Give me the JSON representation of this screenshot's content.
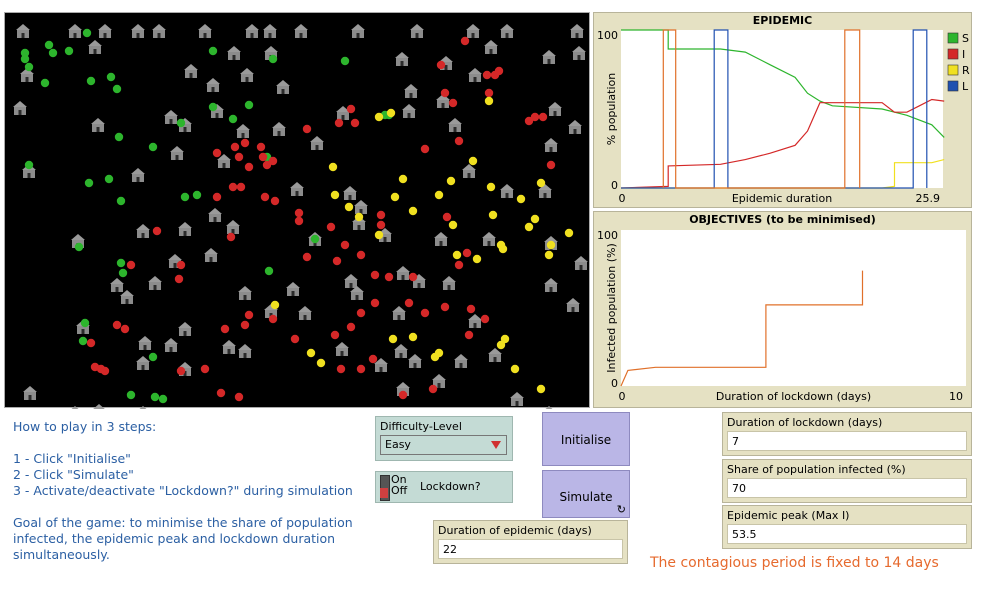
{
  "world": {
    "houses": [
      [
        18,
        18
      ],
      [
        70,
        18
      ],
      [
        100,
        18
      ],
      [
        133,
        18
      ],
      [
        154,
        18
      ],
      [
        200,
        18
      ],
      [
        247,
        18
      ],
      [
        265,
        18
      ],
      [
        296,
        18
      ],
      [
        353,
        18
      ],
      [
        412,
        18
      ],
      [
        468,
        18
      ],
      [
        502,
        18
      ],
      [
        572,
        18
      ],
      [
        90,
        34
      ],
      [
        229,
        40
      ],
      [
        266,
        40
      ],
      [
        397,
        46
      ],
      [
        441,
        50
      ],
      [
        486,
        34
      ],
      [
        544,
        44
      ],
      [
        574,
        40
      ],
      [
        22,
        62
      ],
      [
        186,
        58
      ],
      [
        208,
        72
      ],
      [
        242,
        62
      ],
      [
        278,
        74
      ],
      [
        406,
        78
      ],
      [
        470,
        62
      ],
      [
        15,
        95
      ],
      [
        93,
        112
      ],
      [
        166,
        104
      ],
      [
        180,
        112
      ],
      [
        212,
        98
      ],
      [
        238,
        118
      ],
      [
        274,
        116
      ],
      [
        312,
        130
      ],
      [
        338,
        100
      ],
      [
        404,
        98
      ],
      [
        438,
        88
      ],
      [
        450,
        112
      ],
      [
        550,
        96
      ],
      [
        570,
        114
      ],
      [
        172,
        140
      ],
      [
        219,
        148
      ],
      [
        546,
        132
      ],
      [
        133,
        162
      ],
      [
        292,
        176
      ],
      [
        24,
        158
      ],
      [
        464,
        158
      ],
      [
        502,
        178
      ],
      [
        540,
        178
      ],
      [
        345,
        180
      ],
      [
        356,
        194
      ],
      [
        354,
        210
      ],
      [
        210,
        202
      ],
      [
        228,
        214
      ],
      [
        180,
        216
      ],
      [
        138,
        218
      ],
      [
        73,
        228
      ],
      [
        310,
        226
      ],
      [
        380,
        222
      ],
      [
        436,
        226
      ],
      [
        206,
        242
      ],
      [
        170,
        248
      ],
      [
        484,
        226
      ],
      [
        546,
        230
      ],
      [
        576,
        250
      ],
      [
        112,
        272
      ],
      [
        122,
        284
      ],
      [
        150,
        270
      ],
      [
        240,
        280
      ],
      [
        346,
        268
      ],
      [
        352,
        280
      ],
      [
        398,
        260
      ],
      [
        414,
        268
      ],
      [
        444,
        270
      ],
      [
        546,
        272
      ],
      [
        568,
        292
      ],
      [
        288,
        276
      ],
      [
        266,
        298
      ],
      [
        300,
        300
      ],
      [
        394,
        300
      ],
      [
        470,
        308
      ],
      [
        180,
        316
      ],
      [
        78,
        314
      ],
      [
        140,
        330
      ],
      [
        166,
        332
      ],
      [
        224,
        334
      ],
      [
        240,
        338
      ],
      [
        337,
        336
      ],
      [
        396,
        338
      ],
      [
        410,
        348
      ],
      [
        456,
        348
      ],
      [
        490,
        342
      ],
      [
        376,
        352
      ],
      [
        138,
        350
      ],
      [
        180,
        356
      ],
      [
        25,
        380
      ],
      [
        70,
        400
      ],
      [
        94,
        398
      ],
      [
        138,
        400
      ],
      [
        434,
        368
      ],
      [
        398,
        376
      ],
      [
        512,
        386
      ],
      [
        544,
        400
      ]
    ],
    "s_agents": [
      [
        20,
        40
      ],
      [
        44,
        32
      ],
      [
        48,
        40
      ],
      [
        20,
        46
      ],
      [
        24,
        54
      ],
      [
        40,
        70
      ],
      [
        86,
        68
      ],
      [
        106,
        64
      ],
      [
        112,
        76
      ],
      [
        208,
        38
      ],
      [
        268,
        46
      ],
      [
        340,
        48
      ],
      [
        208,
        94
      ],
      [
        244,
        92
      ],
      [
        228,
        106
      ],
      [
        114,
        124
      ],
      [
        176,
        110
      ],
      [
        148,
        134
      ],
      [
        262,
        144
      ],
      [
        384,
        102
      ],
      [
        380,
        102
      ],
      [
        24,
        152
      ],
      [
        84,
        170
      ],
      [
        104,
        166
      ],
      [
        116,
        188
      ],
      [
        180,
        184
      ],
      [
        192,
        182
      ],
      [
        74,
        234
      ],
      [
        116,
        250
      ],
      [
        118,
        260
      ],
      [
        80,
        310
      ],
      [
        78,
        328
      ],
      [
        148,
        344
      ],
      [
        126,
        382
      ],
      [
        150,
        384
      ],
      [
        158,
        386
      ],
      [
        264,
        258
      ],
      [
        310,
        226
      ],
      [
        82,
        20
      ],
      [
        64,
        38
      ]
    ],
    "i_agents": [
      [
        460,
        28
      ],
      [
        436,
        52
      ],
      [
        482,
        62
      ],
      [
        490,
        62
      ],
      [
        494,
        58
      ],
      [
        440,
        80
      ],
      [
        484,
        80
      ],
      [
        448,
        90
      ],
      [
        346,
        96
      ],
      [
        350,
        110
      ],
      [
        334,
        110
      ],
      [
        302,
        116
      ],
      [
        454,
        128
      ],
      [
        420,
        136
      ],
      [
        530,
        104
      ],
      [
        538,
        104
      ],
      [
        524,
        108
      ],
      [
        546,
        152
      ],
      [
        212,
        140
      ],
      [
        234,
        144
      ],
      [
        258,
        144
      ],
      [
        244,
        154
      ],
      [
        262,
        152
      ],
      [
        236,
        174
      ],
      [
        228,
        174
      ],
      [
        212,
        184
      ],
      [
        260,
        184
      ],
      [
        270,
        188
      ],
      [
        294,
        200
      ],
      [
        294,
        208
      ],
      [
        226,
        224
      ],
      [
        176,
        252
      ],
      [
        152,
        218
      ],
      [
        174,
        266
      ],
      [
        126,
        252
      ],
      [
        302,
        244
      ],
      [
        332,
        248
      ],
      [
        376,
        202
      ],
      [
        376,
        212
      ],
      [
        326,
        214
      ],
      [
        340,
        232
      ],
      [
        356,
        242
      ],
      [
        370,
        262
      ],
      [
        384,
        264
      ],
      [
        408,
        264
      ],
      [
        442,
        204
      ],
      [
        454,
        252
      ],
      [
        462,
        240
      ],
      [
        466,
        296
      ],
      [
        480,
        306
      ],
      [
        464,
        322
      ],
      [
        440,
        294
      ],
      [
        404,
        290
      ],
      [
        370,
        290
      ],
      [
        356,
        300
      ],
      [
        346,
        314
      ],
      [
        330,
        322
      ],
      [
        290,
        326
      ],
      [
        268,
        306
      ],
      [
        244,
        302
      ],
      [
        240,
        312
      ],
      [
        220,
        316
      ],
      [
        216,
        380
      ],
      [
        234,
        384
      ],
      [
        200,
        356
      ],
      [
        176,
        358
      ],
      [
        90,
        354
      ],
      [
        100,
        358
      ],
      [
        96,
        356
      ],
      [
        86,
        330
      ],
      [
        112,
        312
      ],
      [
        120,
        316
      ],
      [
        336,
        356
      ],
      [
        356,
        356
      ],
      [
        368,
        346
      ],
      [
        398,
        382
      ],
      [
        428,
        376
      ],
      [
        420,
        300
      ],
      [
        230,
        134
      ],
      [
        256,
        134
      ],
      [
        268,
        148
      ],
      [
        240,
        130
      ]
    ],
    "r_agents": [
      [
        386,
        100
      ],
      [
        374,
        104
      ],
      [
        446,
        168
      ],
      [
        468,
        148
      ],
      [
        398,
        166
      ],
      [
        354,
        204
      ],
      [
        344,
        194
      ],
      [
        374,
        222
      ],
      [
        390,
        184
      ],
      [
        448,
        212
      ],
      [
        434,
        182
      ],
      [
        408,
        198
      ],
      [
        516,
        186
      ],
      [
        530,
        206
      ],
      [
        486,
        174
      ],
      [
        496,
        232
      ],
      [
        498,
        236
      ],
      [
        472,
        246
      ],
      [
        524,
        214
      ],
      [
        546,
        232
      ],
      [
        544,
        242
      ],
      [
        564,
        220
      ],
      [
        488,
        202
      ],
      [
        452,
        242
      ],
      [
        408,
        324
      ],
      [
        388,
        326
      ],
      [
        430,
        344
      ],
      [
        306,
        340
      ],
      [
        316,
        350
      ],
      [
        270,
        292
      ],
      [
        496,
        332
      ],
      [
        500,
        326
      ],
      [
        434,
        340
      ],
      [
        510,
        356
      ],
      [
        536,
        376
      ],
      [
        328,
        154
      ],
      [
        330,
        182
      ],
      [
        484,
        88
      ],
      [
        536,
        170
      ]
    ]
  },
  "instructions": {
    "title": "How to play in 3 steps:",
    "step1": "1 - Click \"Initialise\"",
    "step2": "2 - Click \"Simulate\"",
    "step3": "3 - Activate/deactivate \"Lockdown?\" during simulation",
    "goal_line1": "Goal of the game: to minimise the share of population",
    "goal_line2": "infected, the epidemic peak and lockdown duration",
    "goal_line3": "simultaneously."
  },
  "controls": {
    "difficulty_label": "Difficulty-Level",
    "difficulty_value": "Easy",
    "switch_on": "On",
    "switch_off": "Off",
    "lockdown_label": "Lockdown?",
    "lockdown_on": false,
    "initialise_label": "Initialise",
    "simulate_label": "Simulate",
    "simulate_icon": "forever-icon"
  },
  "monitors": {
    "epidemic_duration_label": "Duration of epidemic (days)",
    "epidemic_duration_value": "22",
    "lockdown_duration_label": "Duration of lockdown (days)",
    "lockdown_duration_value": "7",
    "share_infected_label": "Share of population infected (%)",
    "share_infected_value": "70",
    "epidemic_peak_label": "Epidemic peak (Max I)",
    "epidemic_peak_value": "53.5"
  },
  "note": "The contagious period is fixed to 14 days",
  "colors": {
    "S": "#2db52d",
    "I": "#d42828",
    "R": "#f0e020",
    "L": "#2050b0",
    "objective": "#e0702a",
    "note": "#e66a2e",
    "text_blue": "#2b5fa3"
  },
  "chart_data": [
    {
      "type": "line",
      "title": "EPIDEMIC",
      "xlabel": "Epidemic duration",
      "ylabel": "% population",
      "xlim": [
        0,
        25.9
      ],
      "ylim": [
        0,
        100
      ],
      "x_tick_labels": [
        "0",
        "25.9"
      ],
      "y_tick_labels": [
        "0",
        "100"
      ],
      "legend": [
        "S",
        "I",
        "R",
        "L"
      ],
      "legend_position": "right",
      "series": [
        {
          "name": "S",
          "color": "#2db52d",
          "points": [
            [
              0,
              104
            ],
            [
              3,
              103
            ],
            [
              3.8,
              102
            ],
            [
              3.8,
              88
            ],
            [
              8,
              88
            ],
            [
              10,
              86
            ],
            [
              12,
              78
            ],
            [
              14,
              70
            ],
            [
              15,
              60
            ],
            [
              16,
              55
            ],
            [
              17,
              52
            ],
            [
              21,
              50
            ],
            [
              23,
              46
            ],
            [
              25,
              40
            ],
            [
              26,
              32
            ]
          ]
        },
        {
          "name": "I",
          "color": "#d42828",
          "points": [
            [
              0,
              0
            ],
            [
              3.8,
              1
            ],
            [
              3.8,
              14
            ],
            [
              8,
              15
            ],
            [
              10,
              18
            ],
            [
              12,
              22
            ],
            [
              14,
              27
            ],
            [
              15,
              36
            ],
            [
              16,
              54
            ],
            [
              17,
              54
            ],
            [
              21,
              54
            ],
            [
              22,
              48
            ],
            [
              23,
              48
            ],
            [
              24,
              52
            ],
            [
              25,
              56
            ],
            [
              26,
              55
            ]
          ]
        },
        {
          "name": "R",
          "color": "#f0e020",
          "points": [
            [
              0,
              0
            ],
            [
              21,
              0
            ],
            [
              22,
              1
            ],
            [
              22,
              16
            ],
            [
              25,
              16
            ],
            [
              26,
              18
            ]
          ]
        },
        {
          "name": "L",
          "color": "#2050b0",
          "points": [
            [
              0,
              0
            ],
            [
              7.5,
              0
            ],
            [
              7.5,
              106
            ],
            [
              8.6,
              106
            ],
            [
              8.6,
              0
            ],
            [
              23.5,
              0
            ],
            [
              23.5,
              106
            ],
            [
              24.6,
              106
            ],
            [
              24.6,
              0
            ]
          ]
        },
        {
          "name": "",
          "color": "#e0702a",
          "points": [
            [
              3.4,
              0
            ],
            [
              3.4,
              106
            ],
            [
              4.4,
              106
            ],
            [
              4.4,
              0
            ],
            [
              18,
              0
            ],
            [
              18,
              106
            ],
            [
              19.2,
              106
            ],
            [
              19.2,
              0
            ]
          ]
        }
      ]
    },
    {
      "type": "line",
      "title": "OBJECTIVES (to be minimised)",
      "xlabel": "Duration of lockdown (days)",
      "ylabel": "Infected population (%)",
      "xlim": [
        0,
        10
      ],
      "ylim": [
        0,
        100
      ],
      "x_tick_labels": [
        "0",
        "10"
      ],
      "y_tick_labels": [
        "0",
        "100"
      ],
      "series": [
        {
          "name": "",
          "color": "#e0702a",
          "points": [
            [
              0,
              0
            ],
            [
              0.2,
              10
            ],
            [
              1,
              12
            ],
            [
              4.2,
              12
            ],
            [
              4.2,
              52
            ],
            [
              5,
              52
            ],
            [
              7,
              52
            ],
            [
              7,
              74
            ]
          ]
        }
      ]
    }
  ]
}
